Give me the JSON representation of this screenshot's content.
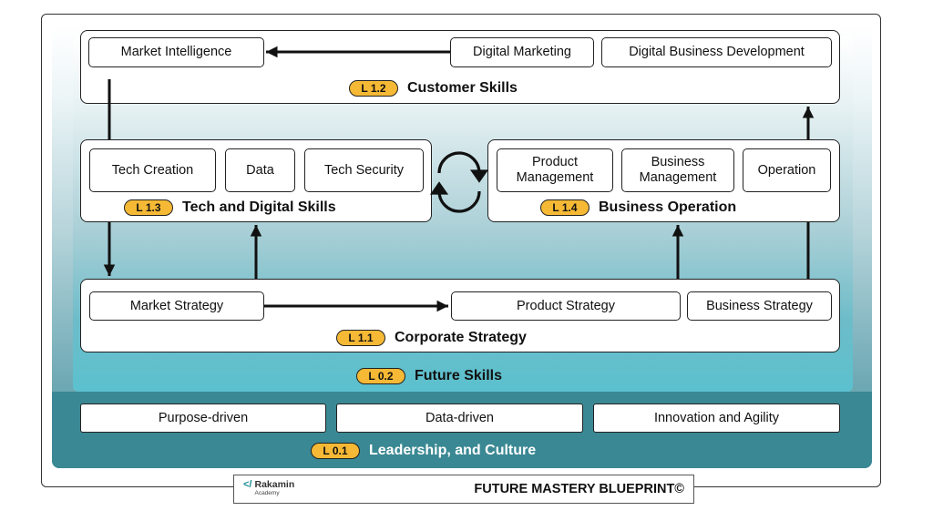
{
  "customer": {
    "badge": "L 1.2",
    "title": "Customer Skills",
    "items": [
      "Market Intelligence",
      "Digital Marketing",
      "Digital Business Development"
    ]
  },
  "tech": {
    "badge": "L 1.3",
    "title": "Tech and Digital Skills",
    "items": [
      "Tech Creation",
      "Data",
      "Tech Security"
    ]
  },
  "business": {
    "badge": "L 1.4",
    "title": "Business Operation",
    "items": [
      "Product\nManagement",
      "Business\nManagement",
      "Operation"
    ]
  },
  "corporate": {
    "badge": "L 1.1",
    "title": "Corporate Strategy",
    "items": [
      "Market Strategy",
      "Product Strategy",
      "Business Strategy"
    ]
  },
  "future": {
    "badge": "L 0.2",
    "title": "Future Skills"
  },
  "culture": {
    "badge": "L 0.1",
    "title": "Leadership, and Culture",
    "items": [
      "Purpose-driven",
      "Data-driven",
      "Innovation and Agility"
    ]
  },
  "footer": {
    "logo_name": "Rakamin",
    "logo_sub": "Academy",
    "title": "FUTURE MASTERY BLUEPRINT©"
  },
  "colors": {
    "badge": "#f6b935",
    "teal_dark": "#3a8893",
    "teal_light": "#5bc1ce"
  },
  "icons": [
    "logo-icon",
    "cycle-icon"
  ]
}
